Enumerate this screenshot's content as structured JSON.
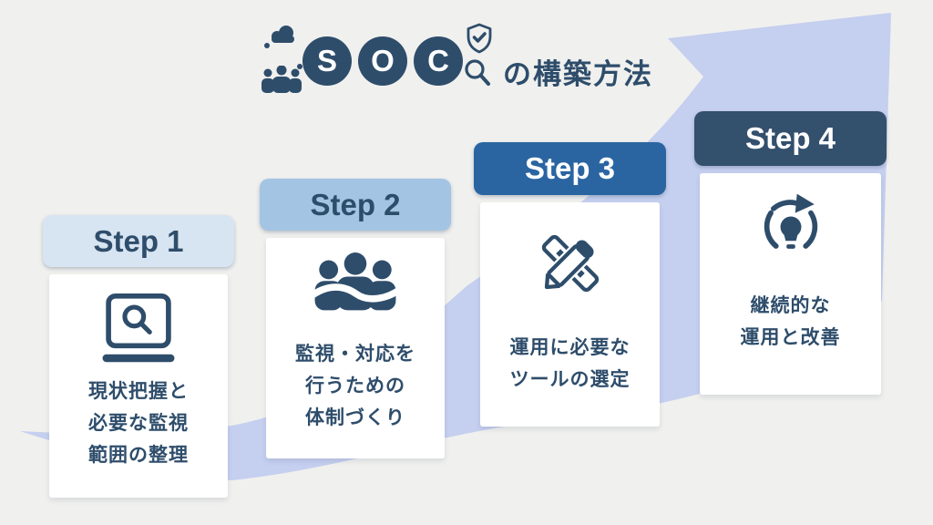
{
  "title": {
    "soc_letters": [
      "S",
      "O",
      "C"
    ],
    "suffix": "の構築方法",
    "decor_icons": [
      "cloud-icon",
      "team-icon",
      "shield-check-icon",
      "search-icon"
    ]
  },
  "background": {
    "shape": "up-right-arrow",
    "arrow_color": "#c5cfef",
    "page_color": "#f0f0ee"
  },
  "colors": {
    "navy": "#2e4d6b",
    "step1_header": "#d7e4f1",
    "step2_header": "#a4c4e4",
    "step3_header": "#2a65a2",
    "step4_header": "#33506d",
    "card_body": "#ffffff"
  },
  "steps": [
    {
      "label": "Step 1",
      "icon": "laptop-search-icon",
      "lines": [
        "現状把握と",
        "必要な監視",
        "範囲の整理"
      ]
    },
    {
      "label": "Step 2",
      "icon": "team-handshake-icon",
      "lines": [
        "監視・対応を",
        "行うための",
        "体制づくり"
      ]
    },
    {
      "label": "Step 3",
      "icon": "ruler-pencil-icon",
      "lines": [
        "運用に必要な",
        "ツールの選定"
      ]
    },
    {
      "label": "Step 4",
      "icon": "bulb-cycle-icon",
      "lines": [
        "継続的な",
        "運用と改善"
      ]
    }
  ]
}
